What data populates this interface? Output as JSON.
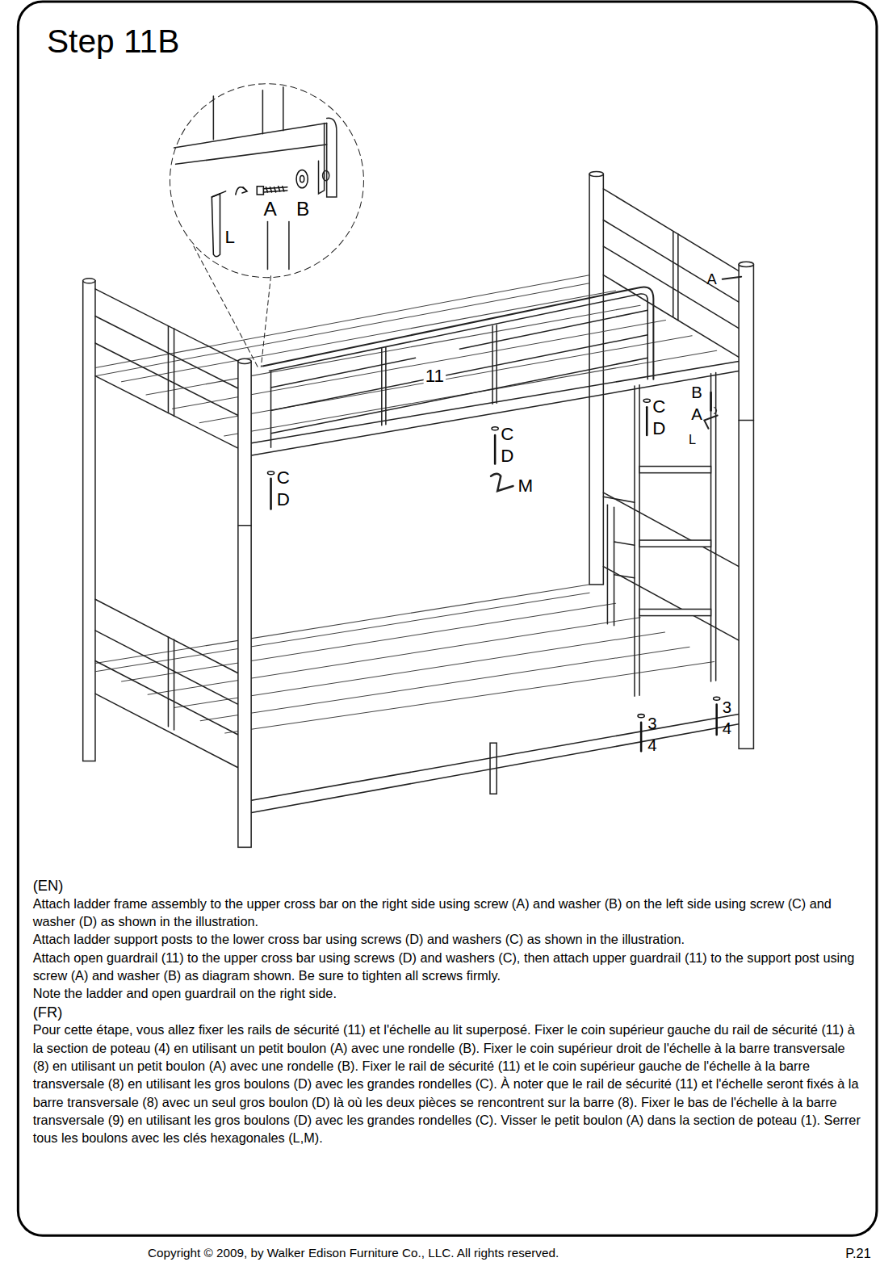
{
  "diagram": {
    "title": "Step 11B",
    "labels": [
      "A",
      "B",
      "L",
      "A",
      "11",
      "C",
      "D",
      "B",
      "A",
      "L",
      "C",
      "D",
      "M",
      "C",
      "D",
      "3",
      "4",
      "3",
      "4",
      "(EN)",
      "Attach ladder frame assembly to the upper cross bar on the right side using screw (A) and washer (B) on the left side using screw (C) and washer (D) as shown in the illustration.",
      "Attach ladder support posts to the lower cross bar using screws (D) and washers (C) as shown in the illustration.",
      "Attach open guardrail (11) to the upper cross bar using screws (D) and washers (C), then attach upper guardrail (11) to the support post using screw (A) and washer (B) as diagram shown. Be sure to tighten all screws firmly.",
      "Note the ladder and open guardrail on the right side.",
      "(FR)",
      "Pour cette étape, vous allez fixer les rails de sécurité (11) et l'échelle au lit superposé. Fixer le coin supérieur gauche du rail de sécurité (11) à la section de poteau (4) en utilisant un petit boulon (A) avec une rondelle (B). Fixer le coin supérieur droit de l'échelle à la barre transversale (8) en utilisant un petit boulon (A) avec une rondelle (B). Fixer le rail de sécurité (11) et le coin supérieur gauche de l'échelle à la barre transversale (8) en utilisant les gros boulons (D) avec les grandes rondelles (C). À noter que le rail de sécurité (11) et l'échelle seront fixés à la barre transversale (8) avec un seul gros boulon (D) là où les deux pièces se rencontrent sur la barre (8). Fixer le bas de l'échelle à la barre transversale (9) en utilisant les gros boulons (D) avec les grandes rondelles (C). Visser le petit boulon (A) dans la section de poteau (1). Serrer tous les boulons avec les clés hexagonales (L,M).",
      "Copyright © 2009, by Walker Edison Furniture Co., LLC. All rights reserved.",
      "P.21"
    ]
  }
}
